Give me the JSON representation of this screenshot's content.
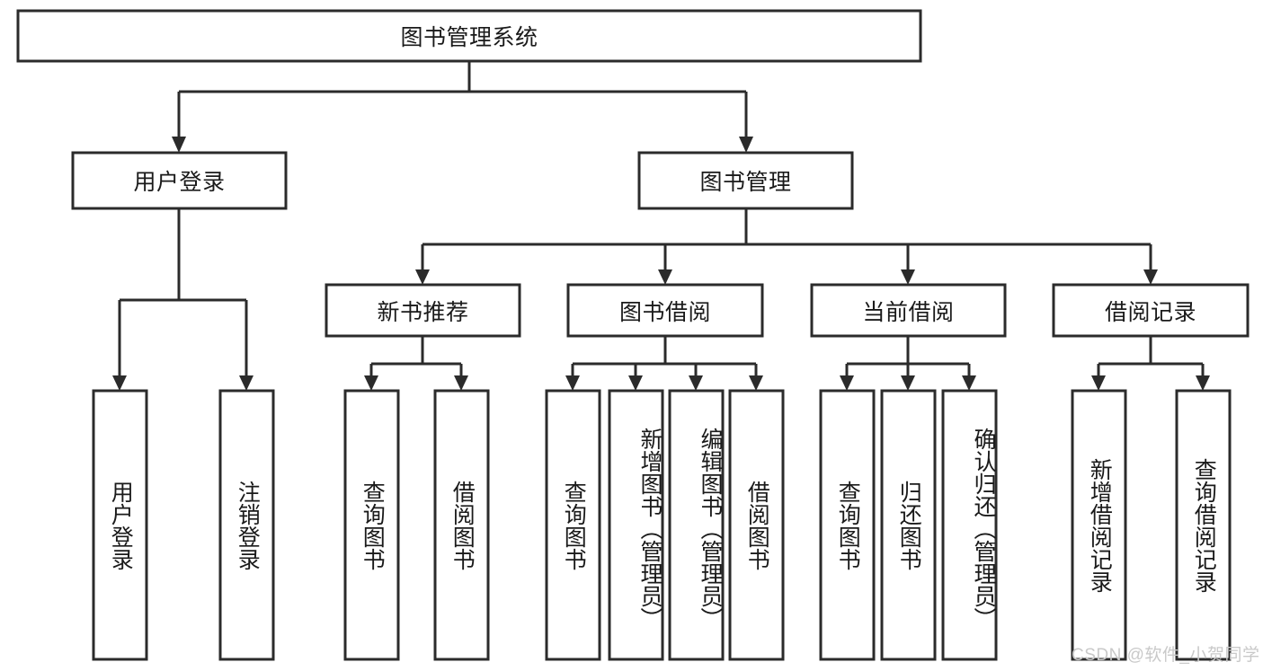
{
  "diagram": {
    "type": "hierarchy-tree",
    "title": "图书管理系统",
    "style": {
      "box_fill": "#ffffff",
      "box_stroke": "#2b2b2b",
      "text_color": "#1a1a1a",
      "connector_color": "#2b2b2b",
      "background": "#ffffff"
    },
    "levels": {
      "level1": {
        "nodes": [
          {
            "id": "root",
            "label": "图书管理系统",
            "orientation": "horizontal"
          }
        ]
      },
      "level2": {
        "nodes": [
          {
            "id": "login",
            "label": "用户登录",
            "orientation": "horizontal"
          },
          {
            "id": "bookmgmt",
            "label": "图书管理",
            "orientation": "horizontal"
          }
        ]
      },
      "level3": {
        "nodes": [
          {
            "id": "newbook",
            "label": "新书推荐",
            "orientation": "horizontal"
          },
          {
            "id": "borrow",
            "label": "图书借阅",
            "orientation": "horizontal"
          },
          {
            "id": "current",
            "label": "当前借阅",
            "orientation": "horizontal"
          },
          {
            "id": "record",
            "label": "借阅记录",
            "orientation": "horizontal"
          }
        ]
      },
      "level4": {
        "nodes": [
          {
            "id": "leaf-user-login",
            "label": "用户登录",
            "orientation": "vertical",
            "parent": "login"
          },
          {
            "id": "leaf-logout-login",
            "label": "注销登录",
            "orientation": "vertical",
            "parent": "login"
          },
          {
            "id": "leaf-query-book-1",
            "label": "查询图书",
            "orientation": "vertical",
            "parent": "newbook"
          },
          {
            "id": "leaf-borrow-book-1",
            "label": "借阅图书",
            "orientation": "vertical",
            "parent": "newbook"
          },
          {
            "id": "leaf-query-book-2",
            "label": "查询图书",
            "orientation": "vertical",
            "parent": "borrow"
          },
          {
            "id": "leaf-add-book",
            "label": "新增图书（管理员）",
            "orientation": "vertical",
            "parent": "borrow"
          },
          {
            "id": "leaf-edit-book",
            "label": "编辑图书（管理员）",
            "orientation": "vertical",
            "parent": "borrow"
          },
          {
            "id": "leaf-borrow-book-2",
            "label": "借阅图书",
            "orientation": "vertical",
            "parent": "borrow"
          },
          {
            "id": "leaf-query-book-3",
            "label": "查询图书",
            "orientation": "vertical",
            "parent": "current"
          },
          {
            "id": "leaf-return-book",
            "label": "归还图书",
            "orientation": "vertical",
            "parent": "current"
          },
          {
            "id": "leaf-confirm-return",
            "label": "确认归还（管理员）",
            "orientation": "vertical",
            "parent": "current"
          },
          {
            "id": "leaf-add-record",
            "label": "新增借阅记录",
            "orientation": "vertical",
            "parent": "record"
          },
          {
            "id": "leaf-query-record",
            "label": "查询借阅记录",
            "orientation": "vertical",
            "parent": "record"
          }
        ]
      }
    }
  },
  "watermark": {
    "text": "CSDN @软件_小贺同学"
  }
}
